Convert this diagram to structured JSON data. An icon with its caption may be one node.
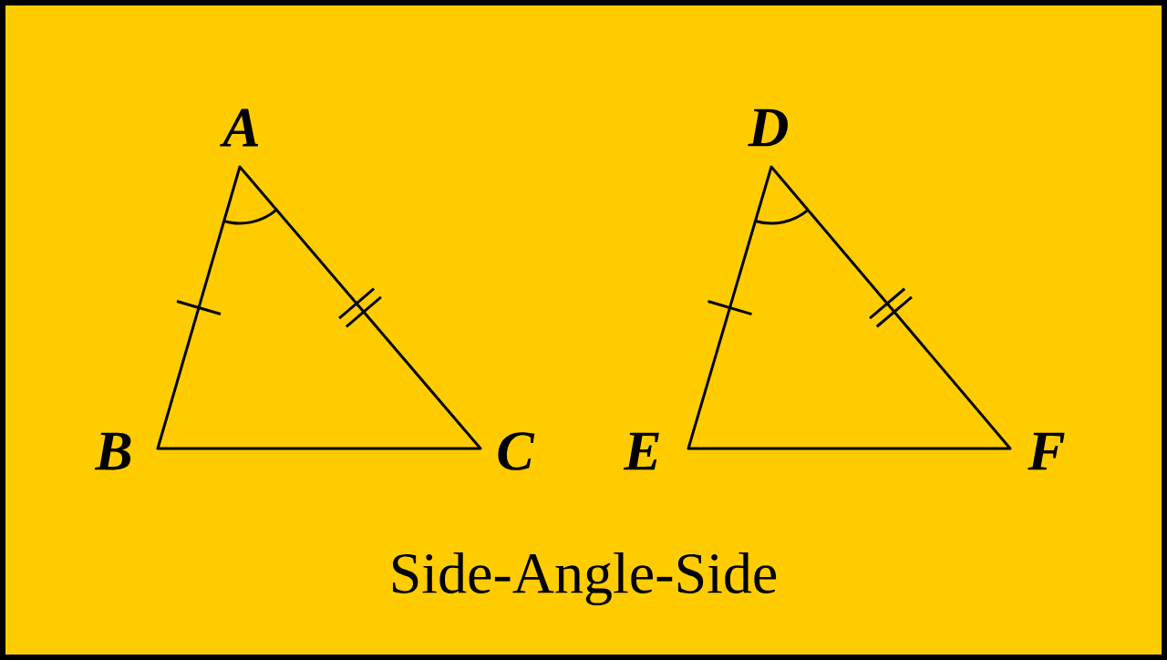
{
  "diagram": {
    "caption": "Side-Angle-Side",
    "labels": [
      "A",
      "D",
      "B",
      "C",
      "E",
      "F"
    ]
  }
}
